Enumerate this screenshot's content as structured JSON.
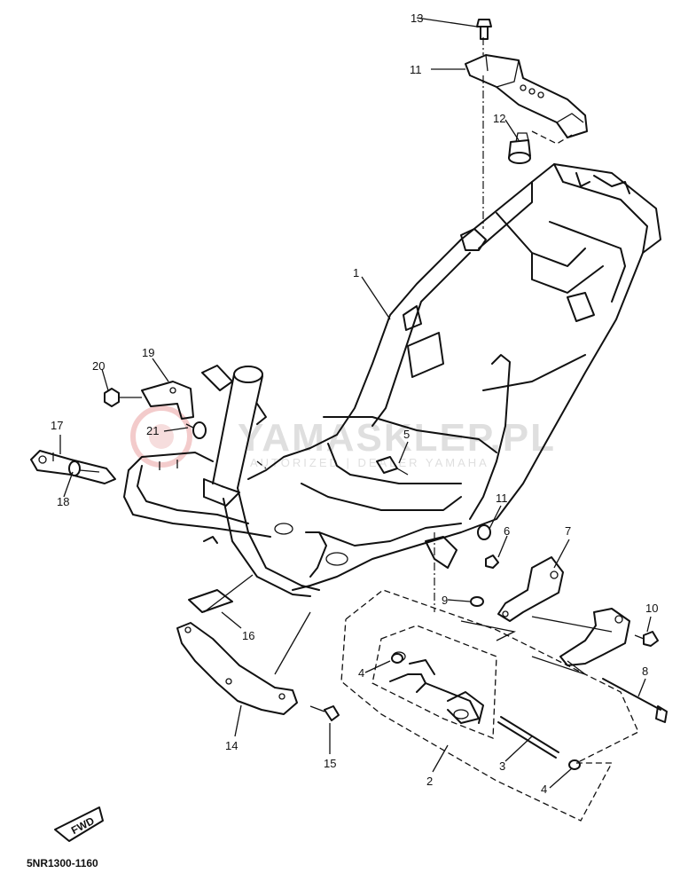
{
  "diagram_code": "5NR1300-1160",
  "fwd_label": "FWD",
  "watermark": {
    "title": "YAMASKLEP.PL",
    "subtitle": "AUTORIZED | DEALER YAMAHA"
  },
  "callouts": [
    "1",
    "2",
    "3",
    "4",
    "4",
    "5",
    "6",
    "7",
    "8",
    "9",
    "10",
    "11",
    "12",
    "13",
    "14",
    "15",
    "16",
    "17",
    "18",
    "19",
    "20",
    "21",
    "21"
  ]
}
